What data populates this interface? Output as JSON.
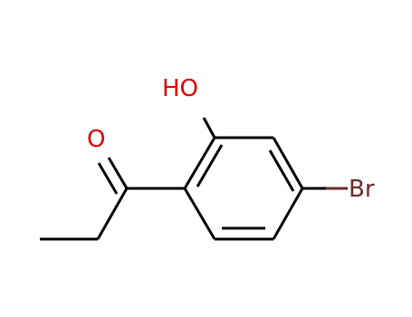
{
  "molecule": {
    "atoms": [
      {
        "id": "hydroxyl",
        "label": "HO",
        "color": "#e00000"
      },
      {
        "id": "carbonyl-oxygen",
        "label": "O",
        "color": "#e00000"
      },
      {
        "id": "bromine",
        "label": "Br",
        "color": "#6b2a2a"
      }
    ],
    "bond_color": "#000000",
    "background": "#ffffff"
  }
}
